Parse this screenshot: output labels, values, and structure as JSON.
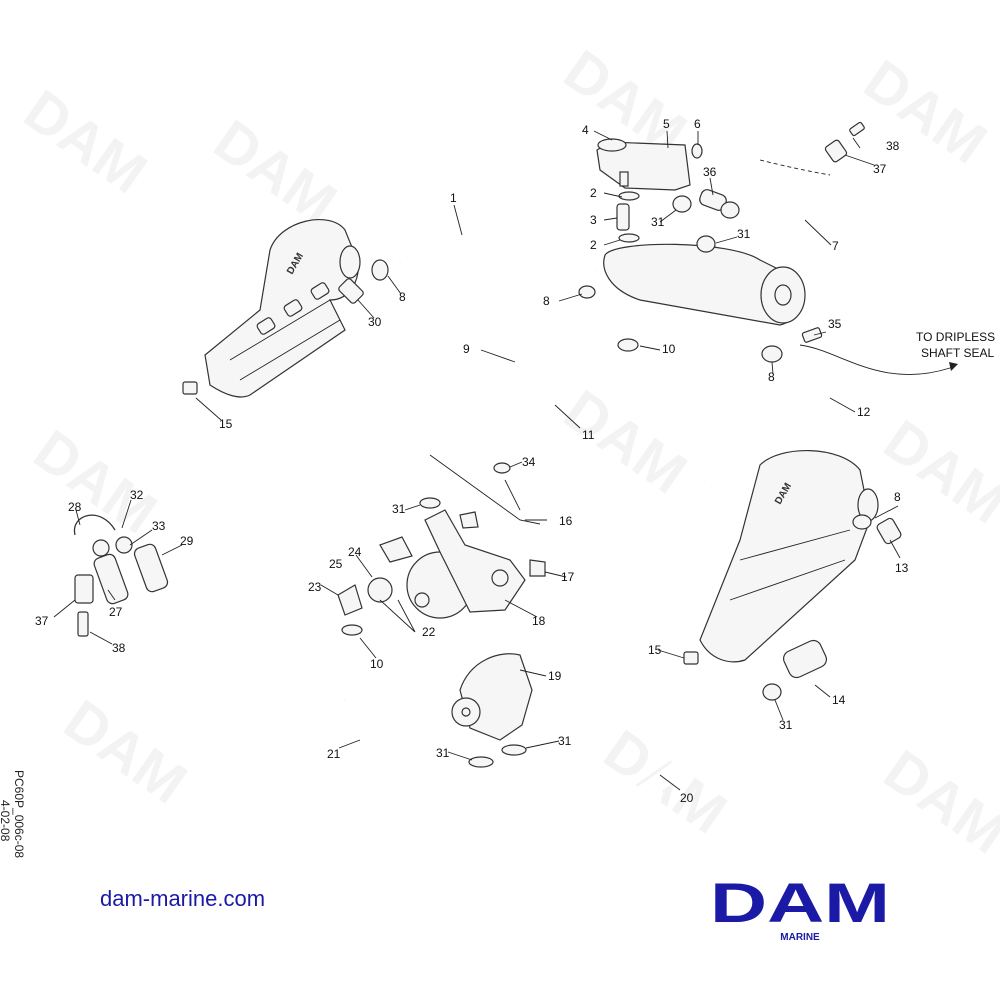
{
  "diagram": {
    "callouts": {
      "c1": "1",
      "c2a": "2",
      "c2b": "2",
      "c3": "3",
      "c4": "4",
      "c5": "5",
      "c6": "6",
      "c7": "7",
      "c8a": "8",
      "c8b": "8",
      "c8c": "8",
      "c8d": "8",
      "c9": "9",
      "c10a": "10",
      "c10b": "10",
      "c11": "11",
      "c12": "12",
      "c13": "13",
      "c14": "14",
      "c15a": "15",
      "c15b": "15",
      "c16": "16",
      "c17": "17",
      "c18": "18",
      "c19": "19",
      "c20": "20",
      "c21": "21",
      "c22": "22",
      "c23": "23",
      "c24": "24",
      "c25": "25",
      "c27": "27",
      "c28": "28",
      "c29": "29",
      "c30": "30",
      "c31a": "31",
      "c31b": "31",
      "c31c": "31",
      "c31d": "31",
      "c31e": "31",
      "c31f": "31",
      "c32": "32",
      "c33": "33",
      "c34": "34",
      "c35": "35",
      "c36": "36",
      "c37a": "37",
      "c37b": "37",
      "c38a": "38",
      "c38b": "38"
    },
    "note_line1": "TO DRIPLESS",
    "note_line2": "SHAFT SEAL",
    "drawing_code": "PC60P_006c-08",
    "drawing_date": "4-02-08",
    "manifold_badge": "DAM"
  },
  "footer": {
    "website": "dam-marine.com",
    "logo_text": "DAM",
    "logo_subtext": "MARINE"
  },
  "watermark": {
    "text": "DAM"
  },
  "colors": {
    "brand": "#1a1aa6",
    "line": "#333333",
    "watermark": "#000000"
  }
}
